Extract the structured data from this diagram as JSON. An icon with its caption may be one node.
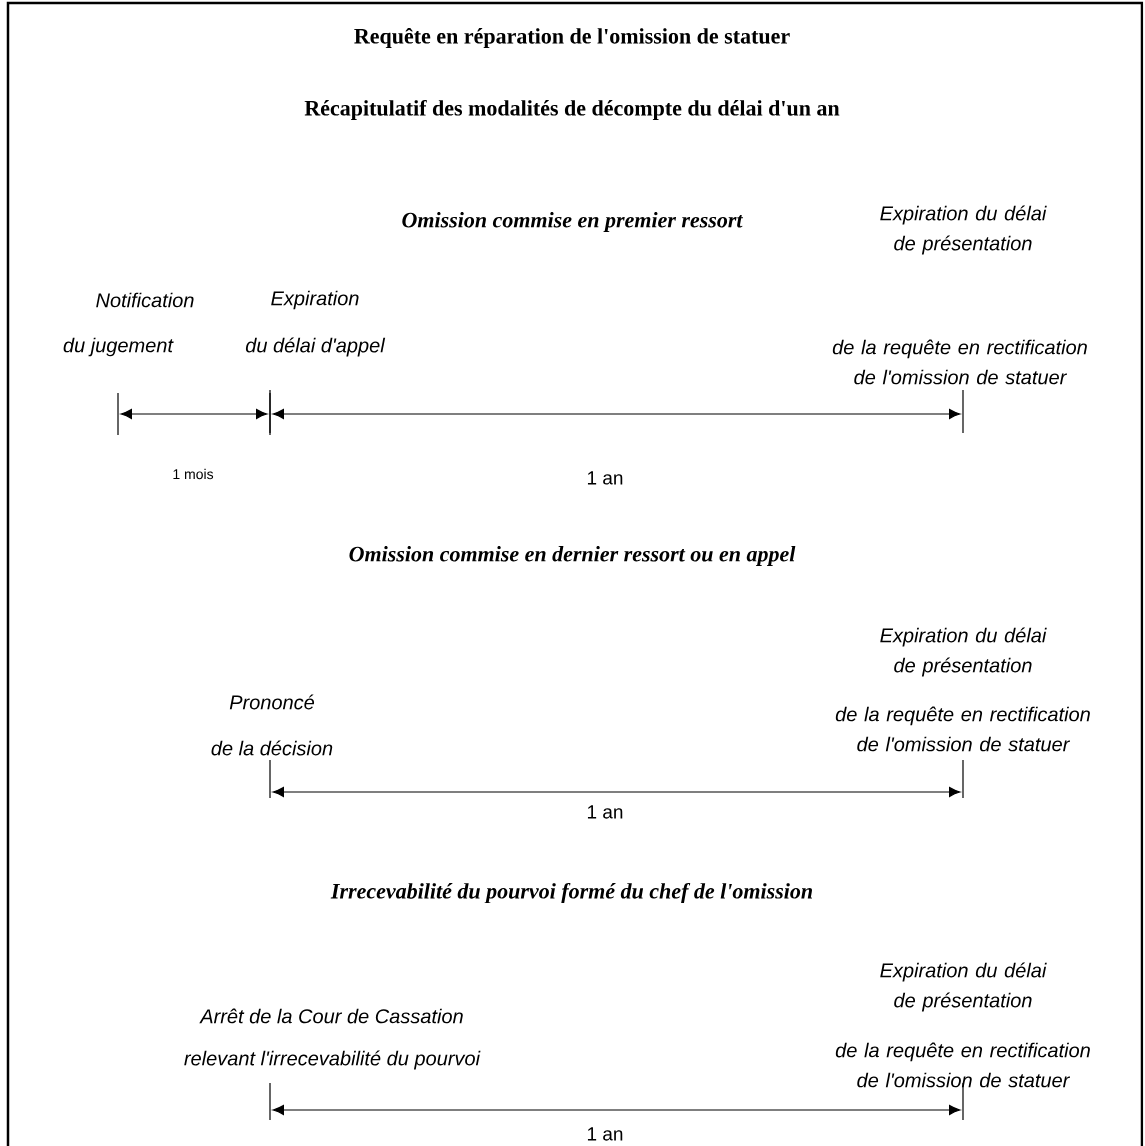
{
  "diagram": {
    "title": "Requête en réparation de l'omission de statuer",
    "labels": [
      "Récapitulatif des modalités de décompte du délai d'un an",
      "Omission commise en premier ressort",
      "Expiration du délai de présentation",
      "Notification",
      "Expiration",
      "de la requête en rectification de l'omission de statuer",
      "du jugement",
      "du délai d'appel",
      "1 mois",
      "1 an",
      "Omission commise en dernier ressort ou en appel",
      "Expiration du délai de présentation",
      "Prononcé",
      "de la requête en rectification de l'omission de statuer",
      "de la décision",
      "1 an",
      "Irrecevabilité du pourvoi formé du chef de l'omission",
      "Expiration du délai de présentation",
      "Arrêt de la Cour de Cassation",
      "de la requête en rectification de l'omission de statuer",
      "relevant l'irrecevabilité du pourvoi",
      "1 an"
    ]
  }
}
